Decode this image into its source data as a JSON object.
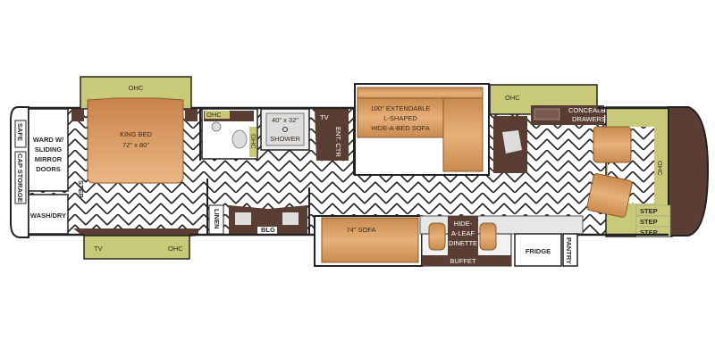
{
  "floorplan": {
    "labels": {
      "ohc": "OHC",
      "king_bed_title": "KING BED",
      "king_bed_size": "72\" x 80\"",
      "ward_1": "WARD W/",
      "ward_2": "SLIDING",
      "ward_3": "MIRROR",
      "ward_4": "DOORS",
      "safe": "SAFE",
      "cap_storage": "CAP STORAGE",
      "wash_dry": "WASH/DRY",
      "step": "STEP",
      "tv": "TV",
      "shower_size": "40\" x 32\"",
      "shower": "SHOWER",
      "ent_ctr": "ENT. CTR",
      "linen": "LINEN",
      "blg": "BLG",
      "sofa_l_1": "100\" EXTENDABLE",
      "sofa_l_2": "L-SHAPED",
      "sofa_l_3": "HIDE-A-BED SOFA",
      "concealed_1": "CONCEALED",
      "concealed_2": "DRAWERS",
      "sofa_74": "74\" SOFA",
      "dinette_1": "HIDE-",
      "dinette_2": "A-LEAF",
      "dinette_3": "DINETTE",
      "buffet": "BUFFET",
      "fridge": "FRIDGE",
      "pantry": "PANTRY"
    },
    "colors": {
      "cabinet_brown": "#5a3e33",
      "ohc_olive": "#c9c97a",
      "furniture_tan": "#d9a46a",
      "bed_orange": "#d89a5e",
      "counter_gray": "#e6e6e6"
    }
  }
}
